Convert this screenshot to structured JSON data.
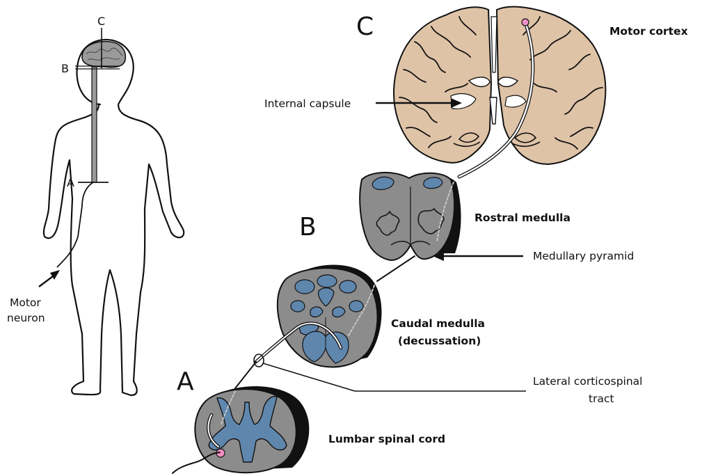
{
  "body_figure": {
    "level_c": "C",
    "level_b": "B",
    "level_a": "A",
    "motor_neuron_line1": "Motor",
    "motor_neuron_line2": "neuron"
  },
  "section_letters": {
    "c": "C",
    "b": "B",
    "a": "A"
  },
  "labels": {
    "motor_cortex": "Motor cortex",
    "internal_capsule": "Internal capsule",
    "rostral_medulla": "Rostral medulla",
    "medullary_pyramid": "Medullary pyramid",
    "caudal_medulla_line1": "Caudal medulla",
    "caudal_medulla_line2": "(decussation)",
    "lateral_cst_line1": "Lateral corticospinal",
    "lateral_cst_line2": "tract",
    "lumbar_spinal_cord": "Lumbar spinal cord"
  },
  "colors": {
    "brain_tissue": "#dfc3a7",
    "medulla_gray": "#8c8c8c",
    "gray_matter_blue": "#5f86ad",
    "neuron_soma": "#ef8fc4",
    "ink": "#111111"
  }
}
